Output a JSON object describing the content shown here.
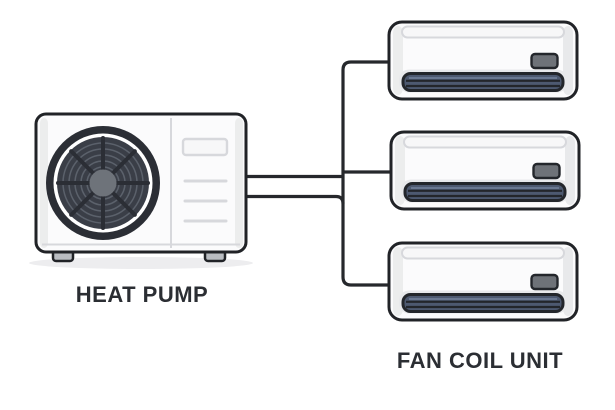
{
  "diagram": {
    "heat_pump": {
      "label": "HEAT PUMP"
    },
    "fan_coil": {
      "label": "FAN COIL UNIT",
      "unit_count": 3
    }
  },
  "palette": {
    "outline": "#212327",
    "pipe": "#26282c",
    "body_fill": "#fbfbfc",
    "shading": "#e8e9eb",
    "shading_light": "#eceded",
    "panel_line": "#d7d8dc",
    "seam_fill": "#f7f7f8",
    "fan_ring": "#2b2e35",
    "fan_disc": "#3a3e47",
    "fan_grille_line": "#5b616b",
    "fan_hub": "#6e737a",
    "louver_fill": "#4d5970",
    "louver_line": "#23262b",
    "louver_highlight": "#74829c",
    "display_fill": "#6e7278",
    "foot_fill": "#b9bcc1",
    "shadow": "#ededef",
    "label_color": "#2b2e33"
  }
}
